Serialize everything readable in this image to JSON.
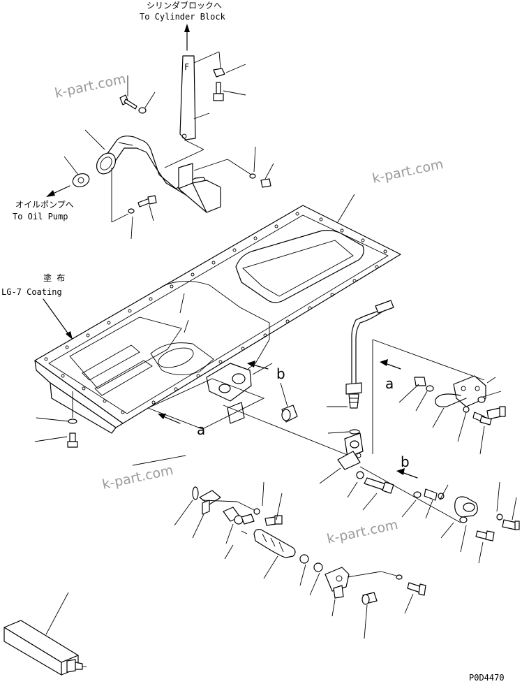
{
  "callouts": {
    "to_cylinder_block_jp": "シリンダブロックへ",
    "to_cylinder_block_en": "To Cylinder Block",
    "to_oil_pump_jp": "オイルポンプへ",
    "to_oil_pump_en": "To Oil Pump",
    "coating_jp": "塗 布",
    "coating_en": "LG-7 Coating"
  },
  "view_labels": {
    "a": "a",
    "b": "b"
  },
  "watermarks": [
    "k-part.com",
    "k-part.com",
    "k-part.com",
    "k-part.com"
  ],
  "drawing_code": "P0D4470"
}
